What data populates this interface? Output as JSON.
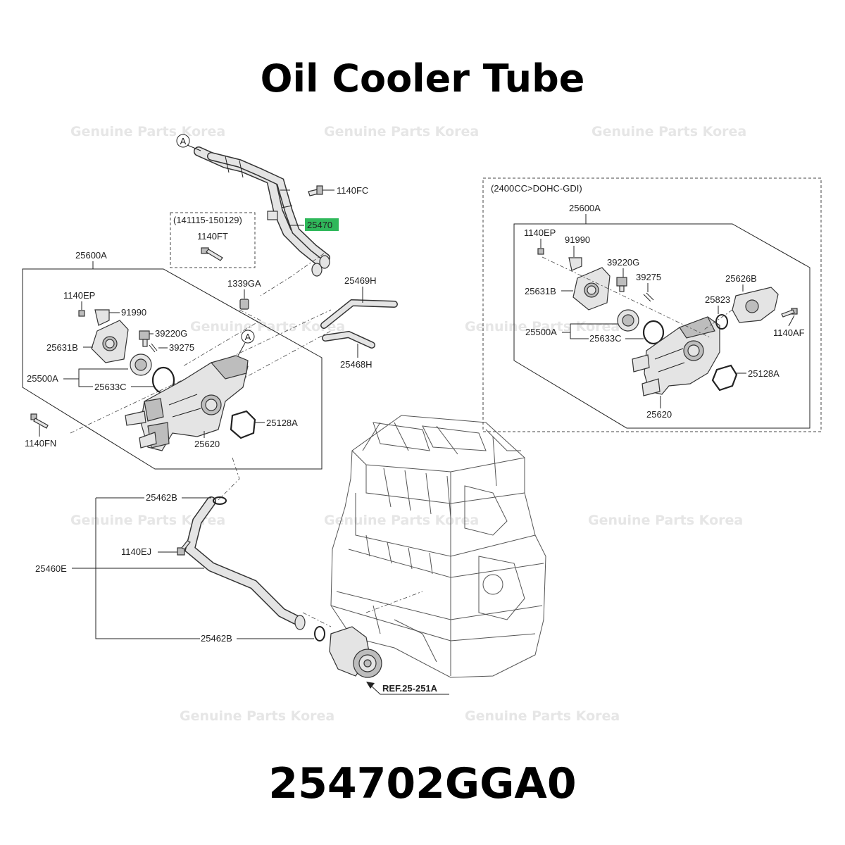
{
  "title": "Oil Cooler Tube",
  "part_number": "254702GGA0",
  "watermark": "Genuine Parts Korea",
  "highlight_color": "#2fb85a",
  "left": {
    "callout_a_top": "A",
    "callout_a_mid": "A",
    "date_box": "(141115-150129)",
    "labels": {
      "l1140fc": "1140FC",
      "l25470": "25470",
      "l1140ft": "1140FT",
      "l25600a": "25600A",
      "l1339ga": "1339GA",
      "l25469h": "25469H",
      "l1140ep": "1140EP",
      "l91990": "91990",
      "l39220g": "39220G",
      "l25631b": "25631B",
      "l39275": "39275",
      "l25500a": "25500A",
      "l25633c": "25633C",
      "l25468h": "25468H",
      "l25128a": "25128A",
      "l1140fn": "1140FN",
      "l25620": "25620",
      "l25462b_top": "25462B",
      "l1140ej": "1140EJ",
      "l25460e": "25460E",
      "l25462b_bot": "25462B",
      "ref": "REF.25-251A"
    }
  },
  "right": {
    "box_title": "(2400CC>DOHC-GDI)",
    "labels": {
      "r25600a": "25600A",
      "r1140ep": "1140EP",
      "r91990": "91990",
      "r39220g": "39220G",
      "r39275": "39275",
      "r25626b": "25626B",
      "r25631b": "25631B",
      "r25823": "25823",
      "r1140af": "1140AF",
      "r25500a": "25500A",
      "r25633c": "25633C",
      "r25128a": "25128A",
      "r25620": "25620"
    }
  }
}
